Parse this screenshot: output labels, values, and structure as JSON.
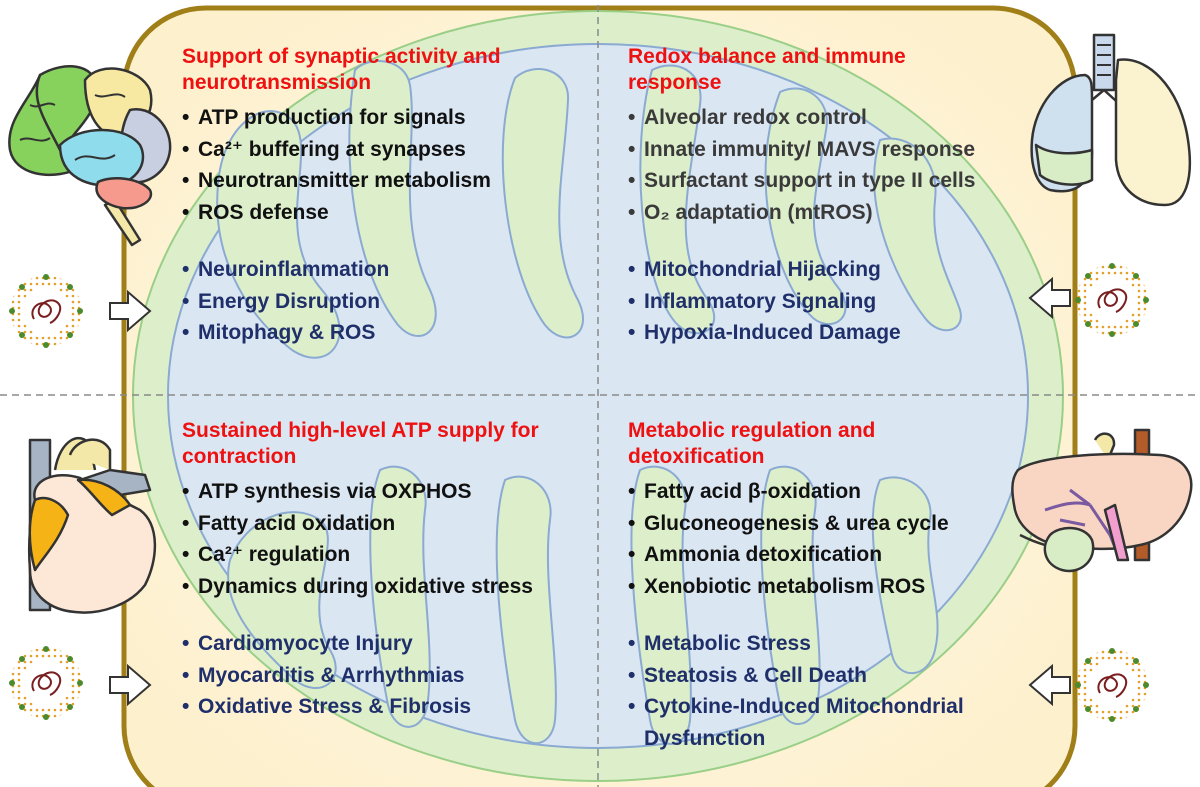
{
  "colors": {
    "frame_fill": "#fff5d8",
    "frame_border": "#a07f18",
    "outer_membrane": "#ddeecb",
    "inner_matrix": "#dbe6f3",
    "title": "#ee1111",
    "function_text": "#111111",
    "lung_function_text": "#3a3a3a",
    "pathology_text": "#1f2f6a"
  },
  "icons": [
    "brain-icon",
    "lungs-icon",
    "heart-icon",
    "liver-icon",
    "virus-icon",
    "arrow-right-icon",
    "arrow-left-icon"
  ],
  "quadrants": {
    "brain": {
      "title": "Support of synaptic activity and neurotransmission",
      "functions": [
        "ATP production for signals",
        "Ca²⁺ buffering at synapses",
        "Neurotransmitter metabolism",
        "ROS defense"
      ],
      "pathologies": [
        "Neuroinflammation",
        "Energy Disruption",
        "Mitophagy & ROS"
      ]
    },
    "lung": {
      "title": "Redox balance and immune response",
      "functions": [
        "Alveolar redox control",
        "Innate immunity/ MAVS response",
        "Surfactant support in type II cells",
        "O₂ adaptation (mtROS)"
      ],
      "pathologies": [
        "Mitochondrial Hijacking",
        "Inflammatory Signaling",
        "Hypoxia-Induced Damage"
      ]
    },
    "heart": {
      "title": "Sustained high-level ATP supply for contraction",
      "functions": [
        "ATP synthesis via OXPHOS",
        "Fatty acid oxidation",
        "Ca²⁺ regulation",
        "Dynamics during oxidative stress"
      ],
      "pathologies": [
        "Cardiomyocyte Injury",
        "Myocarditis & Arrhythmias",
        "Oxidative Stress & Fibrosis"
      ]
    },
    "liver": {
      "title": "Metabolic regulation and detoxification",
      "functions": [
        "Fatty acid β-oxidation",
        "Gluconeogenesis & urea cycle",
        "Ammonia detoxification",
        "Xenobiotic metabolism ROS"
      ],
      "pathologies": [
        "Metabolic Stress",
        "Steatosis & Cell Death",
        "Cytokine-Induced Mitochondrial Dysfunction"
      ]
    }
  }
}
